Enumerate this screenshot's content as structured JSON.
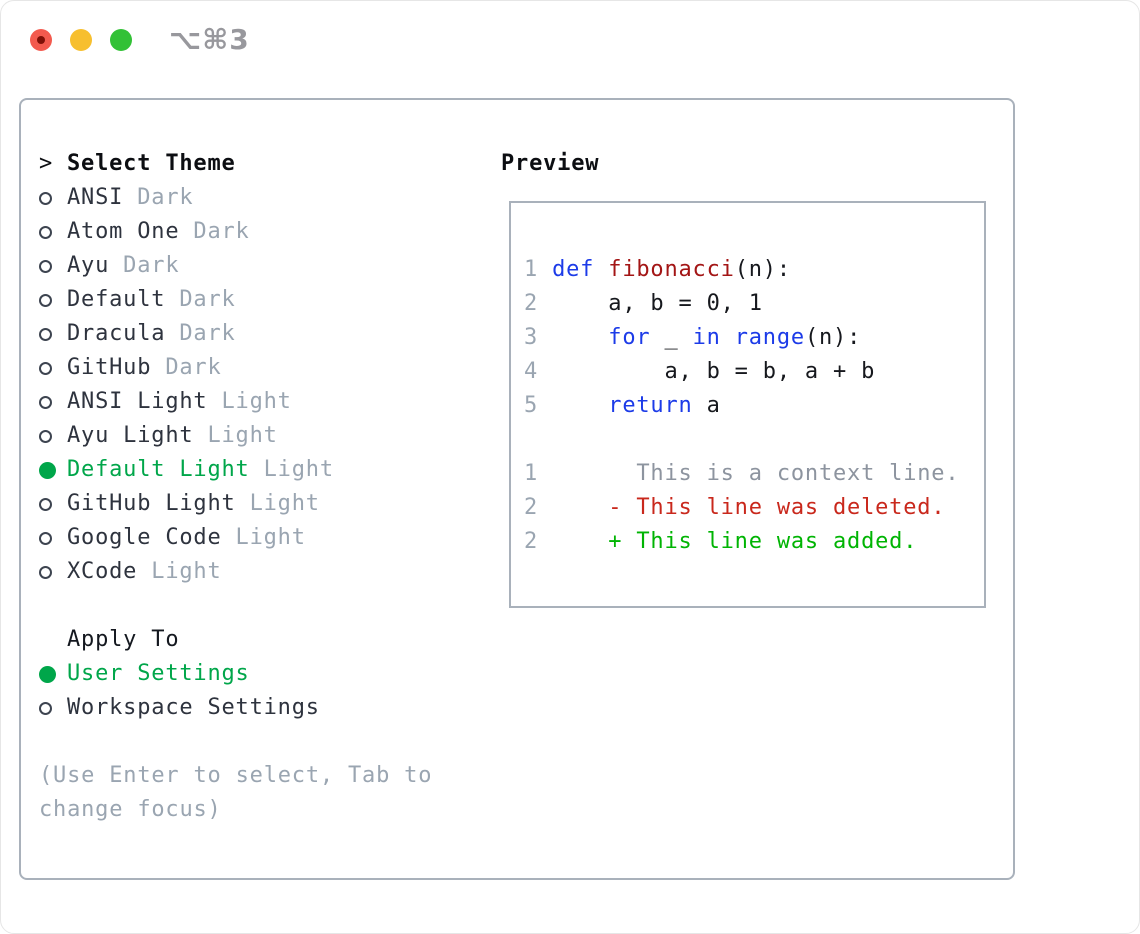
{
  "window": {
    "title": "⌥⌘3",
    "traffic_lights": [
      "close",
      "minimize",
      "zoom"
    ]
  },
  "theme_menu": {
    "header_prefix": ">",
    "header": "Select Theme",
    "items": [
      {
        "name": "ANSI",
        "variant": "Dark",
        "selected": false
      },
      {
        "name": "Atom One",
        "variant": "Dark",
        "selected": false
      },
      {
        "name": "Ayu",
        "variant": "Dark",
        "selected": false
      },
      {
        "name": "Default",
        "variant": "Dark",
        "selected": false
      },
      {
        "name": "Dracula",
        "variant": "Dark",
        "selected": false
      },
      {
        "name": "GitHub",
        "variant": "Dark",
        "selected": false
      },
      {
        "name": "ANSI Light",
        "variant": "Light",
        "selected": false
      },
      {
        "name": "Ayu Light",
        "variant": "Light",
        "selected": false
      },
      {
        "name": "Default Light",
        "variant": "Light",
        "selected": true
      },
      {
        "name": "GitHub Light",
        "variant": "Light",
        "selected": false
      },
      {
        "name": "Google Code",
        "variant": "Light",
        "selected": false
      },
      {
        "name": "XCode",
        "variant": "Light",
        "selected": false
      }
    ],
    "apply_to": {
      "label": "Apply To",
      "options": [
        {
          "name": "User Settings",
          "selected": true
        },
        {
          "name": "Workspace Settings",
          "selected": false
        }
      ]
    },
    "hint_lines": [
      "(Use Enter to select, Tab to",
      "change focus)"
    ]
  },
  "preview": {
    "title": "Preview",
    "lines": [
      {
        "num": "1",
        "segs": [
          [
            "kw",
            "def"
          ],
          [
            "pln",
            " "
          ],
          [
            "fn",
            "fibonacci"
          ],
          [
            "pln",
            "(n):"
          ]
        ]
      },
      {
        "num": "2",
        "segs": [
          [
            "pln",
            "    a, b = 0, 1"
          ]
        ]
      },
      {
        "num": "3",
        "segs": [
          [
            "pln",
            "    "
          ],
          [
            "kw",
            "for"
          ],
          [
            "pln",
            " _ "
          ],
          [
            "kw",
            "in"
          ],
          [
            "pln",
            " "
          ],
          [
            "kw",
            "range"
          ],
          [
            "pln",
            "(n):"
          ]
        ]
      },
      {
        "num": "4",
        "segs": [
          [
            "pln",
            "        a, b = b, a + b"
          ]
        ]
      },
      {
        "num": "5",
        "segs": [
          [
            "pln",
            "    "
          ],
          [
            "kw",
            "return"
          ],
          [
            "pln",
            " a"
          ]
        ]
      },
      {
        "spacer": true
      },
      {
        "num": "1",
        "segs": [
          [
            "ctx",
            "      This is a context line."
          ]
        ]
      },
      {
        "num": "2",
        "segs": [
          [
            "pln",
            "    "
          ],
          [
            "del",
            "- This line was deleted."
          ]
        ]
      },
      {
        "num": "2",
        "segs": [
          [
            "pln",
            "    "
          ],
          [
            "add",
            "+ This line was added."
          ]
        ]
      }
    ]
  },
  "colors": {
    "accent_green": "#00a64a",
    "text_dark": "#2e333e",
    "text_black": "#0c0e12",
    "muted": "#9aa5b1",
    "border": "#a9b1bb",
    "kw_blue": "#1c3be8",
    "fn_red": "#a31515",
    "code_black": "#16181d",
    "ctx_gray": "#8d949f",
    "del_red": "#c9281c",
    "add_green": "#00b403",
    "linenum": "#9aa5b1",
    "title_gray": "#98989d",
    "tl_red": "#f35a4e",
    "tl_red_dot": "#7f1007",
    "tl_yellow": "#f7bf2e",
    "tl_green": "#32c136"
  }
}
